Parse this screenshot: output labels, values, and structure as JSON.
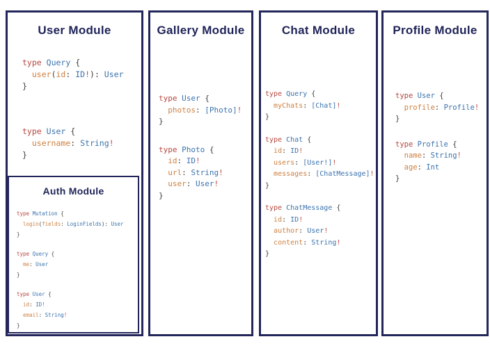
{
  "theme": {
    "border_color": "#23265a",
    "title_color": "#1f2357",
    "keyword_color": "#b5463e",
    "type_color": "#3a72ad",
    "field_color": "#cd7f3f",
    "punct_color": "#3d3d3d",
    "bang_color": "#bf4a40",
    "panel_bg": "#ffffff",
    "page_bg": "#ffffff"
  },
  "panels": [
    {
      "key": "user",
      "title": "User Module",
      "blocks": [
        [
          [
            [
              "k",
              "type"
            ],
            [
              "p",
              " "
            ],
            [
              "t",
              "Query"
            ],
            [
              "p",
              " {"
            ]
          ],
          [
            [
              "p",
              "  "
            ],
            [
              "f",
              "user"
            ],
            [
              "p",
              "("
            ],
            [
              "f",
              "id"
            ],
            [
              "p",
              ": "
            ],
            [
              "t",
              "ID"
            ],
            [
              "b",
              "!"
            ],
            [
              "p",
              "): "
            ],
            [
              "t",
              "User"
            ]
          ],
          [
            [
              "p",
              "}"
            ]
          ]
        ],
        [
          [
            [
              "k",
              "type"
            ],
            [
              "p",
              " "
            ],
            [
              "t",
              "User"
            ],
            [
              "p",
              " {"
            ]
          ],
          [
            [
              "p",
              "  "
            ],
            [
              "f",
              "username"
            ],
            [
              "p",
              ": "
            ],
            [
              "t",
              "String"
            ],
            [
              "b",
              "!"
            ]
          ],
          [
            [
              "p",
              "}"
            ]
          ]
        ]
      ]
    },
    {
      "key": "gallery",
      "title": "Gallery Module",
      "blocks": [
        [
          [
            [
              "k",
              "type"
            ],
            [
              "p",
              " "
            ],
            [
              "t",
              "User"
            ],
            [
              "p",
              " {"
            ]
          ],
          [
            [
              "p",
              "  "
            ],
            [
              "f",
              "photos"
            ],
            [
              "p",
              ": "
            ],
            [
              "t",
              "[Photo]"
            ],
            [
              "b",
              "!"
            ]
          ],
          [
            [
              "p",
              "}"
            ]
          ]
        ],
        [
          [
            [
              "k",
              "type"
            ],
            [
              "p",
              " "
            ],
            [
              "t",
              "Photo"
            ],
            [
              "p",
              " {"
            ]
          ],
          [
            [
              "p",
              "  "
            ],
            [
              "f",
              "id"
            ],
            [
              "p",
              ": "
            ],
            [
              "t",
              "ID"
            ],
            [
              "b",
              "!"
            ]
          ],
          [
            [
              "p",
              "  "
            ],
            [
              "f",
              "url"
            ],
            [
              "p",
              ": "
            ],
            [
              "t",
              "String"
            ],
            [
              "b",
              "!"
            ]
          ],
          [
            [
              "p",
              "  "
            ],
            [
              "f",
              "user"
            ],
            [
              "p",
              ": "
            ],
            [
              "t",
              "User"
            ],
            [
              "b",
              "!"
            ]
          ],
          [
            [
              "p",
              "}"
            ]
          ]
        ]
      ]
    },
    {
      "key": "chat",
      "title": "Chat Module",
      "blocks": [
        [
          [
            [
              "k",
              "type"
            ],
            [
              "p",
              " "
            ],
            [
              "t",
              "Query"
            ],
            [
              "p",
              " {"
            ]
          ],
          [
            [
              "p",
              "  "
            ],
            [
              "f",
              "myChats"
            ],
            [
              "p",
              ": "
            ],
            [
              "t",
              "[Chat]"
            ],
            [
              "b",
              "!"
            ]
          ],
          [
            [
              "p",
              "}"
            ]
          ]
        ],
        [
          [
            [
              "k",
              "type"
            ],
            [
              "p",
              " "
            ],
            [
              "t",
              "Chat"
            ],
            [
              "p",
              " {"
            ]
          ],
          [
            [
              "p",
              "  "
            ],
            [
              "f",
              "id"
            ],
            [
              "p",
              ": "
            ],
            [
              "t",
              "ID"
            ],
            [
              "b",
              "!"
            ]
          ],
          [
            [
              "p",
              "  "
            ],
            [
              "f",
              "users"
            ],
            [
              "p",
              ": "
            ],
            [
              "t",
              "[User!]"
            ],
            [
              "b",
              "!"
            ]
          ],
          [
            [
              "p",
              "  "
            ],
            [
              "f",
              "messages"
            ],
            [
              "p",
              ": "
            ],
            [
              "t",
              "[ChatMessage]"
            ],
            [
              "b",
              "!"
            ]
          ],
          [
            [
              "p",
              "}"
            ]
          ]
        ],
        [
          [
            [
              "k",
              "type"
            ],
            [
              "p",
              " "
            ],
            [
              "t",
              "ChatMessage"
            ],
            [
              "p",
              " {"
            ]
          ],
          [
            [
              "p",
              "  "
            ],
            [
              "f",
              "id"
            ],
            [
              "p",
              ": "
            ],
            [
              "t",
              "ID"
            ],
            [
              "b",
              "!"
            ]
          ],
          [
            [
              "p",
              "  "
            ],
            [
              "f",
              "author"
            ],
            [
              "p",
              ": "
            ],
            [
              "t",
              "User"
            ],
            [
              "b",
              "!"
            ]
          ],
          [
            [
              "p",
              "  "
            ],
            [
              "f",
              "content"
            ],
            [
              "p",
              ": "
            ],
            [
              "t",
              "String"
            ],
            [
              "b",
              "!"
            ]
          ],
          [
            [
              "p",
              "}"
            ]
          ]
        ]
      ]
    },
    {
      "key": "profile",
      "title": "Profile Module",
      "blocks": [
        [
          [
            [
              "k",
              "type"
            ],
            [
              "p",
              " "
            ],
            [
              "t",
              "User"
            ],
            [
              "p",
              " {"
            ]
          ],
          [
            [
              "p",
              "  "
            ],
            [
              "f",
              "profile"
            ],
            [
              "p",
              ": "
            ],
            [
              "t",
              "Profile"
            ],
            [
              "b",
              "!"
            ]
          ],
          [
            [
              "p",
              "}"
            ]
          ]
        ],
        [
          [
            [
              "k",
              "type"
            ],
            [
              "p",
              " "
            ],
            [
              "t",
              "Profile"
            ],
            [
              "p",
              " {"
            ]
          ],
          [
            [
              "p",
              "  "
            ],
            [
              "f",
              "name"
            ],
            [
              "p",
              ": "
            ],
            [
              "t",
              "String"
            ],
            [
              "b",
              "!"
            ]
          ],
          [
            [
              "p",
              "  "
            ],
            [
              "f",
              "age"
            ],
            [
              "p",
              ": "
            ],
            [
              "t",
              "Int"
            ]
          ],
          [
            [
              "p",
              "}"
            ]
          ]
        ]
      ]
    },
    {
      "key": "auth",
      "title": "Auth Module",
      "blocks": [
        [
          [
            [
              "k",
              "type"
            ],
            [
              "p",
              " "
            ],
            [
              "t",
              "Mutation"
            ],
            [
              "p",
              " {"
            ]
          ],
          [
            [
              "p",
              "  "
            ],
            [
              "f",
              "login"
            ],
            [
              "p",
              "("
            ],
            [
              "f",
              "fields"
            ],
            [
              "p",
              ": "
            ],
            [
              "t",
              "LoginFields"
            ],
            [
              "p",
              "): "
            ],
            [
              "t",
              "User"
            ]
          ],
          [
            [
              "p",
              "}"
            ]
          ]
        ],
        [
          [
            [
              "k",
              "type"
            ],
            [
              "p",
              " "
            ],
            [
              "t",
              "Query"
            ],
            [
              "p",
              " {"
            ]
          ],
          [
            [
              "p",
              "  "
            ],
            [
              "f",
              "me"
            ],
            [
              "p",
              ": "
            ],
            [
              "t",
              "User"
            ]
          ],
          [
            [
              "p",
              "}"
            ]
          ]
        ],
        [
          [
            [
              "k",
              "type"
            ],
            [
              "p",
              " "
            ],
            [
              "t",
              "User"
            ],
            [
              "p",
              " {"
            ]
          ],
          [
            [
              "p",
              "  "
            ],
            [
              "f",
              "id"
            ],
            [
              "p",
              ": "
            ],
            [
              "t",
              "ID"
            ],
            [
              "b",
              "!"
            ]
          ],
          [
            [
              "p",
              "  "
            ],
            [
              "f",
              "email"
            ],
            [
              "p",
              ": "
            ],
            [
              "t",
              "String"
            ],
            [
              "b",
              "!"
            ]
          ],
          [
            [
              "p",
              "}"
            ]
          ]
        ]
      ]
    }
  ]
}
